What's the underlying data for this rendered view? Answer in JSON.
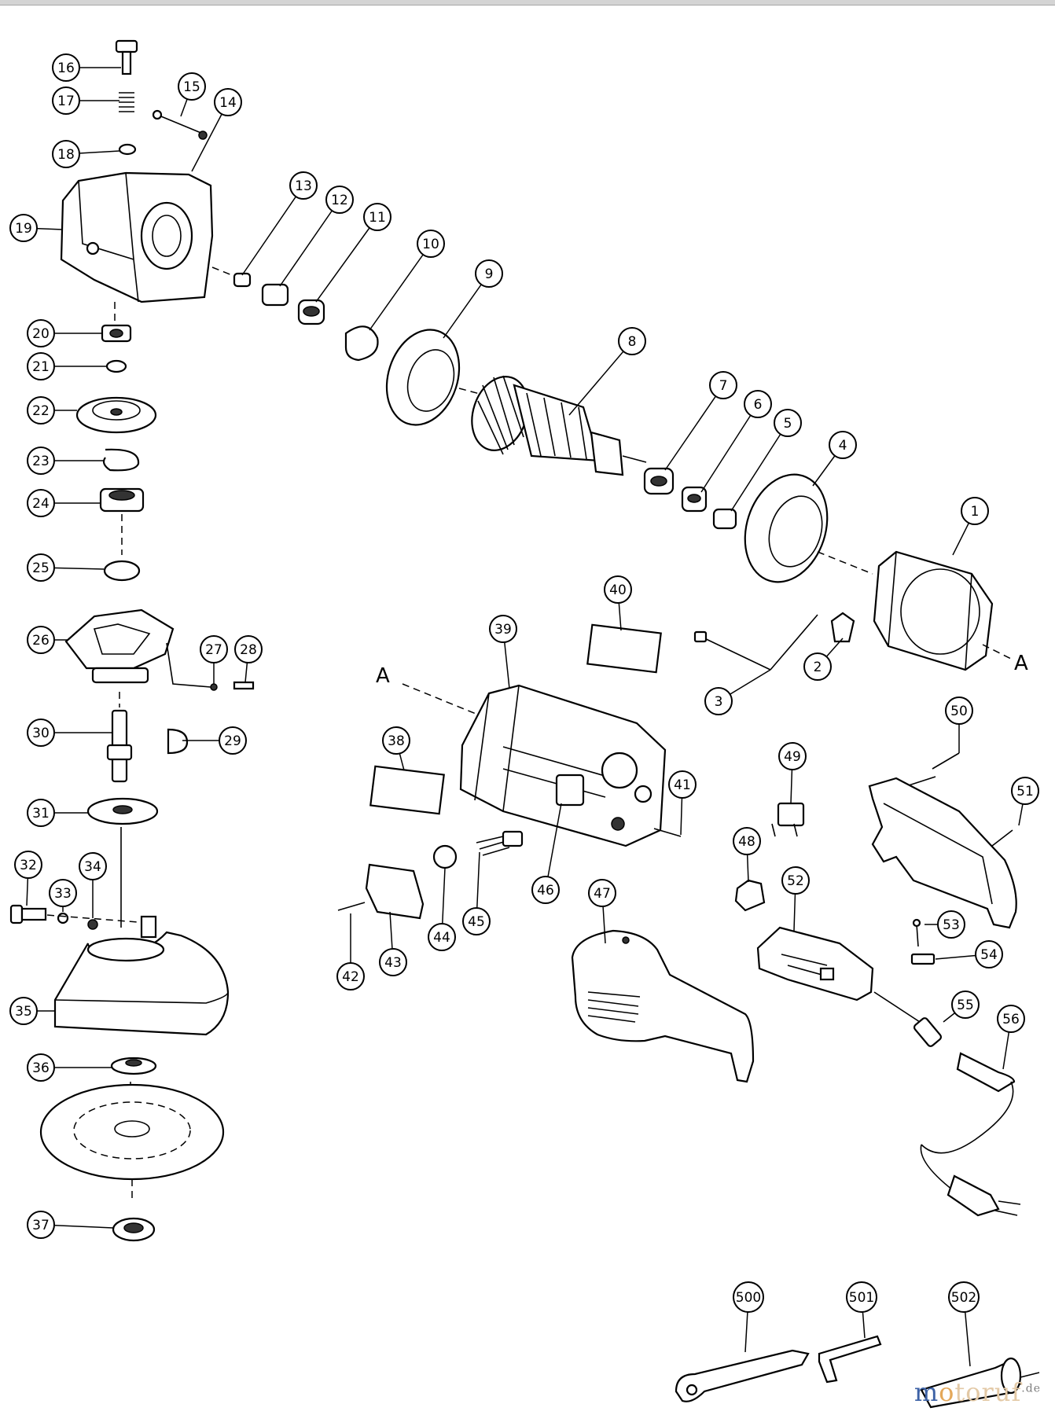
{
  "diagram": {
    "axis_label_left": "A",
    "axis_label_right": "A",
    "part_numbers": [
      "1",
      "2",
      "3",
      "4",
      "5",
      "6",
      "7",
      "8",
      "9",
      "10",
      "11",
      "12",
      "13",
      "14",
      "15",
      "16",
      "17",
      "18",
      "19",
      "20",
      "21",
      "22",
      "23",
      "24",
      "25",
      "26",
      "27",
      "28",
      "29",
      "30",
      "31",
      "32",
      "33",
      "34",
      "35",
      "36",
      "37",
      "38",
      "39",
      "40",
      "41",
      "42",
      "43",
      "44",
      "45",
      "46",
      "47",
      "48",
      "49",
      "50",
      "51",
      "52",
      "53",
      "54",
      "55",
      "56",
      "500",
      "501",
      "502"
    ]
  },
  "watermark": {
    "letter_m": "m",
    "letter_o": "o",
    "rest": "toruf",
    "tld": ".de"
  }
}
